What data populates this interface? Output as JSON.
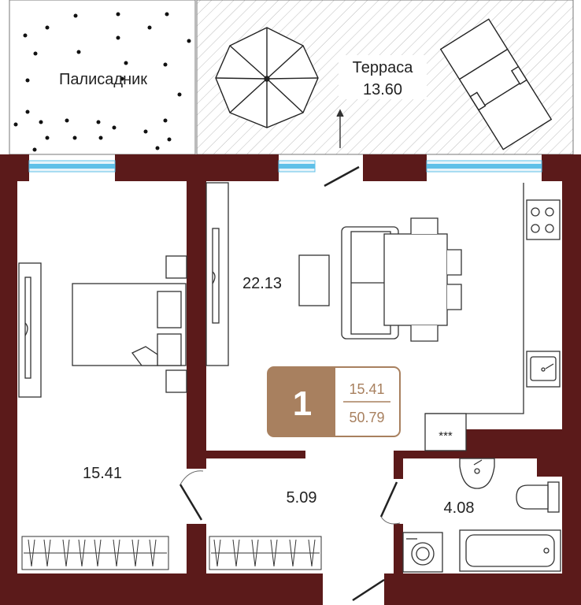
{
  "labels": {
    "garden": "Палисадник",
    "terrace_name": "Терраса",
    "terrace_area": "13.60",
    "living_area": "22.13",
    "bedroom_area": "15.41",
    "hall_area": "5.09",
    "bath_area": "4.08"
  },
  "badge": {
    "rooms": "1",
    "living": "15.41",
    "total": "50.79"
  },
  "stove_label": "***",
  "colors": {
    "wall": "#5b1a1a",
    "badge": "#a8805f",
    "window": "#5fc0e8",
    "line": "#333333"
  }
}
